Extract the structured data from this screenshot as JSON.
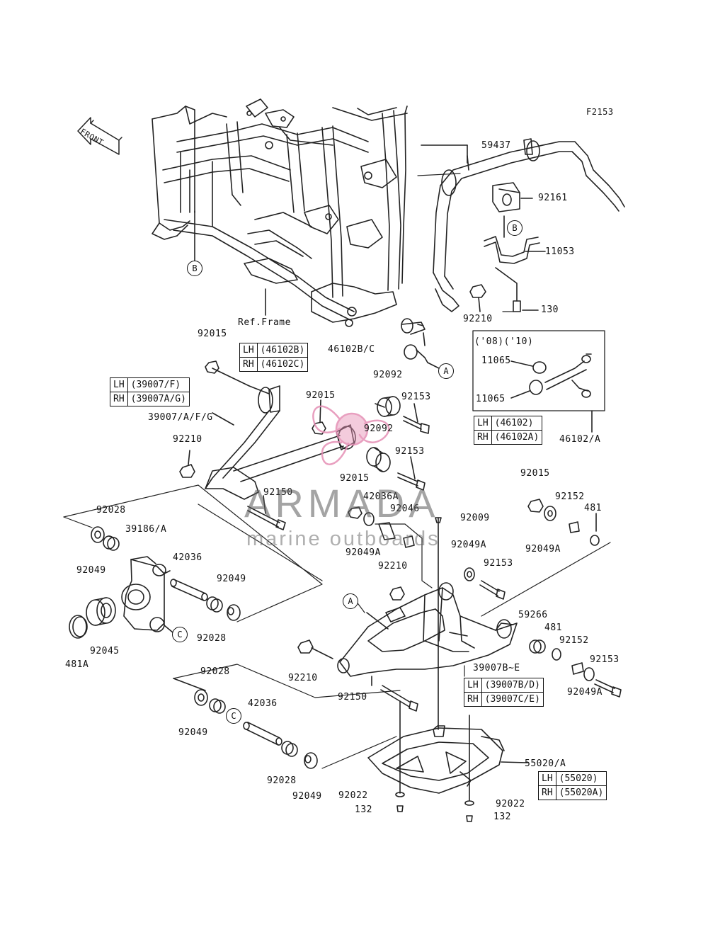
{
  "figure_code": "F2153",
  "front_label": "FRONT",
  "ref_frame_label": "Ref.Frame",
  "part_labels": [
    "59437",
    "92161",
    "11053",
    "130",
    "92210",
    "46102B/C",
    "92015",
    "39007/A/F/G",
    "92092",
    "92153",
    "92015",
    "92092",
    "92153",
    "92210",
    "92015",
    "42036A",
    "92046",
    "92150",
    "92009",
    "92015",
    "92152",
    "481",
    "92049A",
    "92049A",
    "92049A",
    "92028",
    "39186/A",
    "92049",
    "42036",
    "92049",
    "92028",
    "92045",
    "481A",
    "92210",
    "92153",
    "59266",
    "481",
    "92152",
    "92153",
    "92049A",
    "39007B~E",
    "92210",
    "92150",
    "92028",
    "92049",
    "42036",
    "92028",
    "92049",
    "55020/A",
    "92022",
    "132",
    "92022",
    "132",
    "11065",
    "11065",
    "46102/A"
  ],
  "circle_markers": [
    "B",
    "B",
    "A",
    "A",
    "C",
    "C"
  ],
  "inset_variant_label": "('08)('10)",
  "tables": [
    {
      "rows": [
        [
          "LH",
          "(46102B)"
        ],
        [
          "RH",
          "(46102C)"
        ]
      ]
    },
    {
      "rows": [
        [
          "LH",
          "(39007/F)"
        ],
        [
          "RH",
          "(39007A/G)"
        ]
      ]
    },
    {
      "rows": [
        [
          "LH",
          "(46102)"
        ],
        [
          "RH",
          "(46102A)"
        ]
      ]
    },
    {
      "rows": [
        [
          "LH",
          "(39007B/D)"
        ],
        [
          "RH",
          "(39007C/E)"
        ]
      ]
    },
    {
      "rows": [
        [
          "LH",
          "(55020)"
        ],
        [
          "RH",
          "(55020A)"
        ]
      ]
    }
  ],
  "watermark": {
    "title": "ARMADA",
    "subtitle": "marine outboards",
    "color": "#e58fb5"
  }
}
